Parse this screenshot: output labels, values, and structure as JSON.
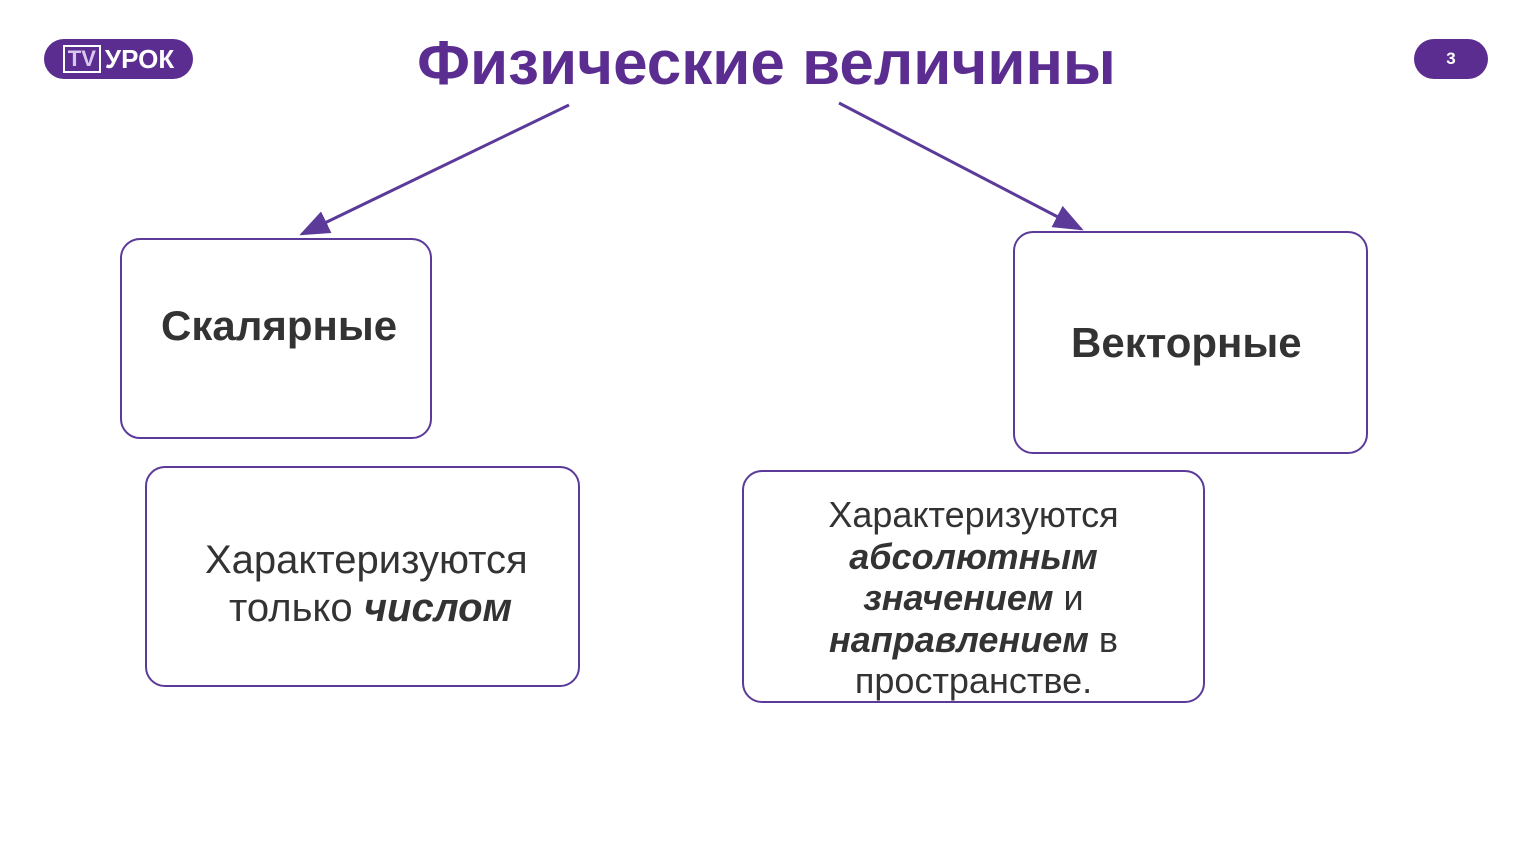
{
  "logo": {
    "tv": "TV",
    "text": "УРОК"
  },
  "page_number": "3",
  "title": "Физические величины",
  "scalar": {
    "heading": "Скалярные",
    "desc_1": "Характеризуются",
    "desc_2": "только ",
    "desc_bold": "числом"
  },
  "vector": {
    "heading": "Векторные",
    "l1": "Характеризуются",
    "l2": "абсолютным",
    "l3": "значением",
    "l3b": " и",
    "l4": "направлением",
    "l4b": " в",
    "l5": "пространстве."
  },
  "colors": {
    "accent": "#5b2d90"
  }
}
